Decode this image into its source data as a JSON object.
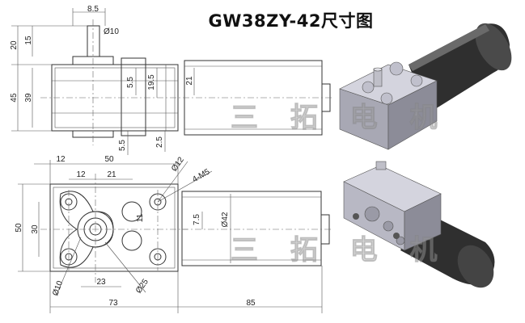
{
  "title": "GW38ZY-42尺寸图",
  "watermark": {
    "top": "三 拓 电 机",
    "bottom": "三 拓 电 机"
  },
  "dimensions": {
    "top_view": {
      "d_8_5": "8.5",
      "d_phi10": "Ø10",
      "d_20": "20",
      "d_15": "15",
      "d_45": "45",
      "d_39": "39",
      "d_5_5a": "5.5",
      "d_19_5": "19.5",
      "d_21": "21",
      "d_5_5b": "5.5",
      "d_2_5": "2.5"
    },
    "front_view": {
      "d_12a": "12",
      "d_50h": "50",
      "d_12b": "12",
      "d_21": "21",
      "d_phi12": "Ø12",
      "d_4m5": "4-M5",
      "d_30": "30",
      "d_50v": "50",
      "d_7_5": "7.5",
      "d_phi42": "Ø42",
      "d_11": "11",
      "d_23": "23",
      "d_phi10": "Ø10",
      "d_phi25": "Ø25",
      "d_73": "73",
      "d_85": "85"
    }
  },
  "colors": {
    "drawing_line": "#333333",
    "motor_body": "#3a3a3a",
    "gearbox_body": "#c8c8d0"
  }
}
